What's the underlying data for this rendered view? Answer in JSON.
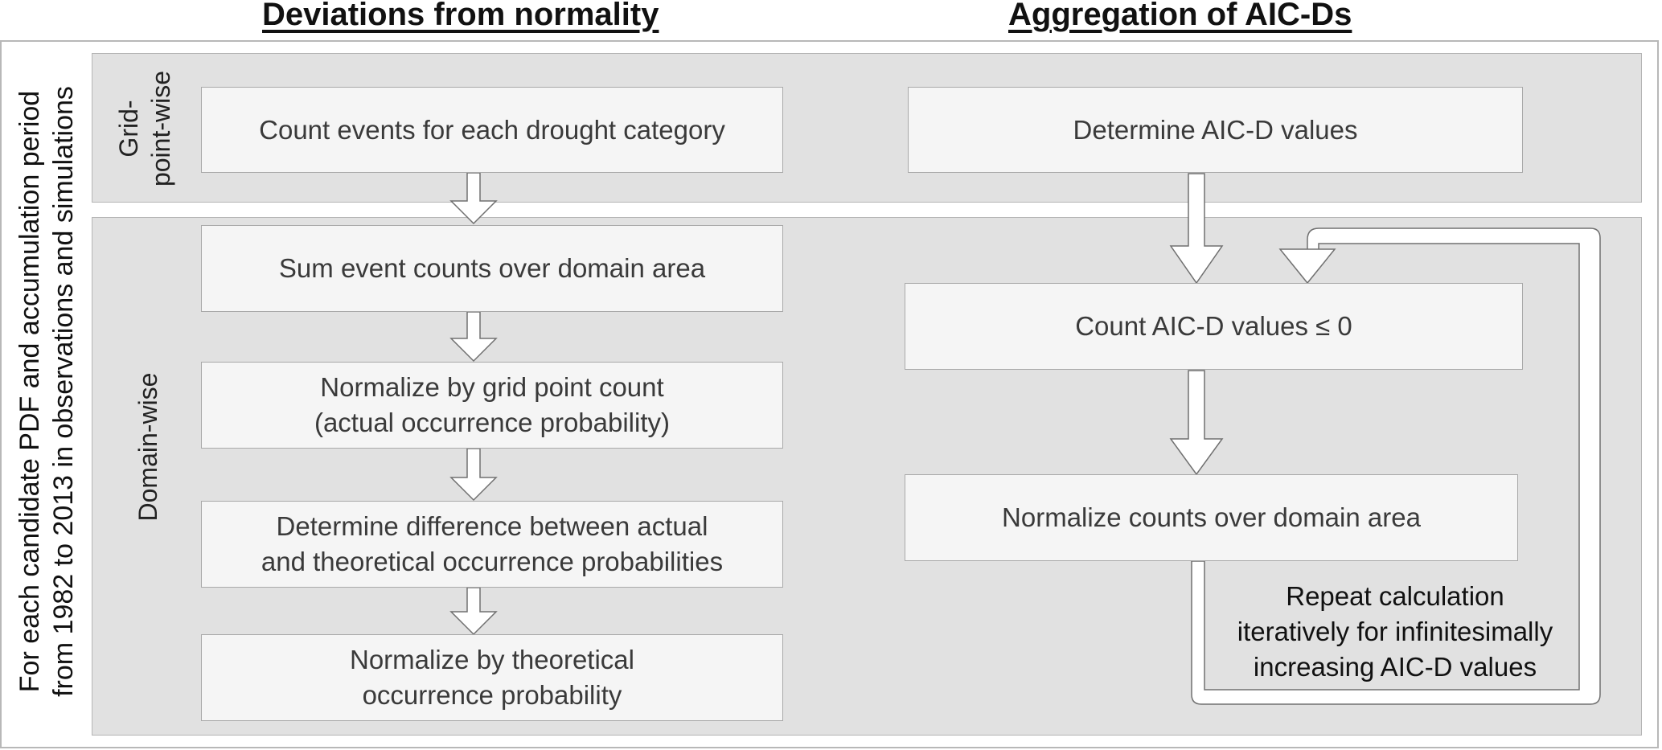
{
  "headings": {
    "left": "Deviations from normality",
    "right": "Aggregation of AIC-Ds"
  },
  "side_label": {
    "line1": "For each candidate PDF and accumulation period",
    "line2": "from 1982 to 2013 in observations and simulations"
  },
  "rows": {
    "grid_point": {
      "line1": "Grid-",
      "line2": "point-wise"
    },
    "domain": "Domain-wise"
  },
  "left_steps": {
    "count_events": "Count events for each drought category",
    "sum_counts": "Sum event counts over domain area",
    "normalize_grid": {
      "line1": "Normalize by grid point count",
      "line2": "(actual occurrence probability)"
    },
    "difference": {
      "line1": "Determine difference between actual",
      "line2": "and theoretical occurrence probabilities"
    },
    "normalize_theoretical": {
      "line1": "Normalize by theoretical",
      "line2": "occurrence probability"
    }
  },
  "right_steps": {
    "determine_aicd": "Determine AIC-D values",
    "count_aicd": "Count AIC-D values ≤ 0",
    "normalize_counts": "Normalize counts over domain area"
  },
  "loop_note": {
    "line1": "Repeat calculation",
    "line2": "iteratively for infinitesimally",
    "line3": "increasing AIC-D values"
  },
  "colors": {
    "band_fill": "#e1e1e1",
    "box_fill": "#f5f5f5",
    "border": "#a9a9a9",
    "text": "#3a3a3a"
  }
}
